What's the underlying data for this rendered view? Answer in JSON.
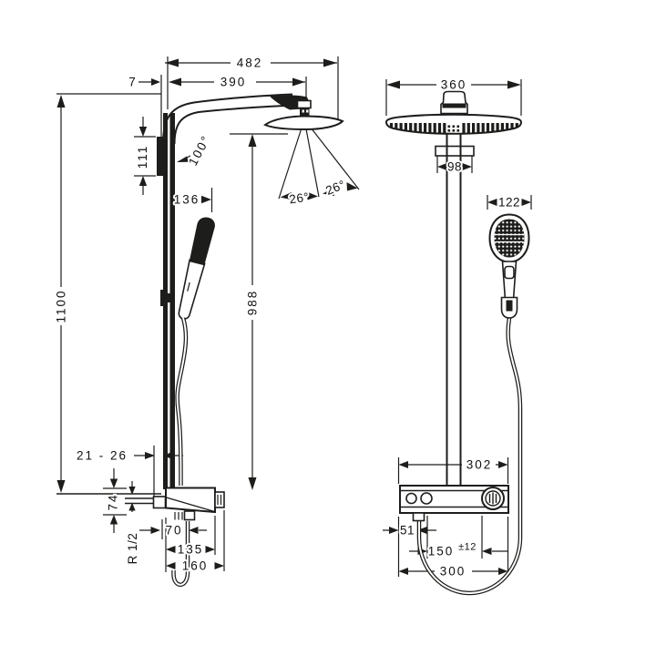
{
  "drawing": {
    "kind": "shower-system-dimension-drawing",
    "colors": {
      "ink": "#1d1d1b",
      "background": "#ffffff"
    }
  },
  "side_view": {
    "dims": {
      "width_total": "482",
      "arm_reach": "390",
      "wall_offset": "7",
      "height_total": "1100",
      "height_to_head": "988",
      "bracket_height": "111",
      "handshower_offset": "136",
      "arm_angle": "100°",
      "spray_angle_left": "26°",
      "spray_angle_right": "26°",
      "depth_adjust": "21 - 26",
      "valve_height": "74",
      "thread": "R 1/2",
      "outlet_offset": "70",
      "valve_depth": "135",
      "valve_depth_total": "160"
    }
  },
  "front_view": {
    "dims": {
      "head_width": "360",
      "flange_width": "98",
      "handshower_width": "122",
      "valve_width_top": "302",
      "hose_offset": "51",
      "supply_spacing": "150",
      "supply_tolerance": "±12",
      "valve_width_bottom": "300"
    }
  }
}
